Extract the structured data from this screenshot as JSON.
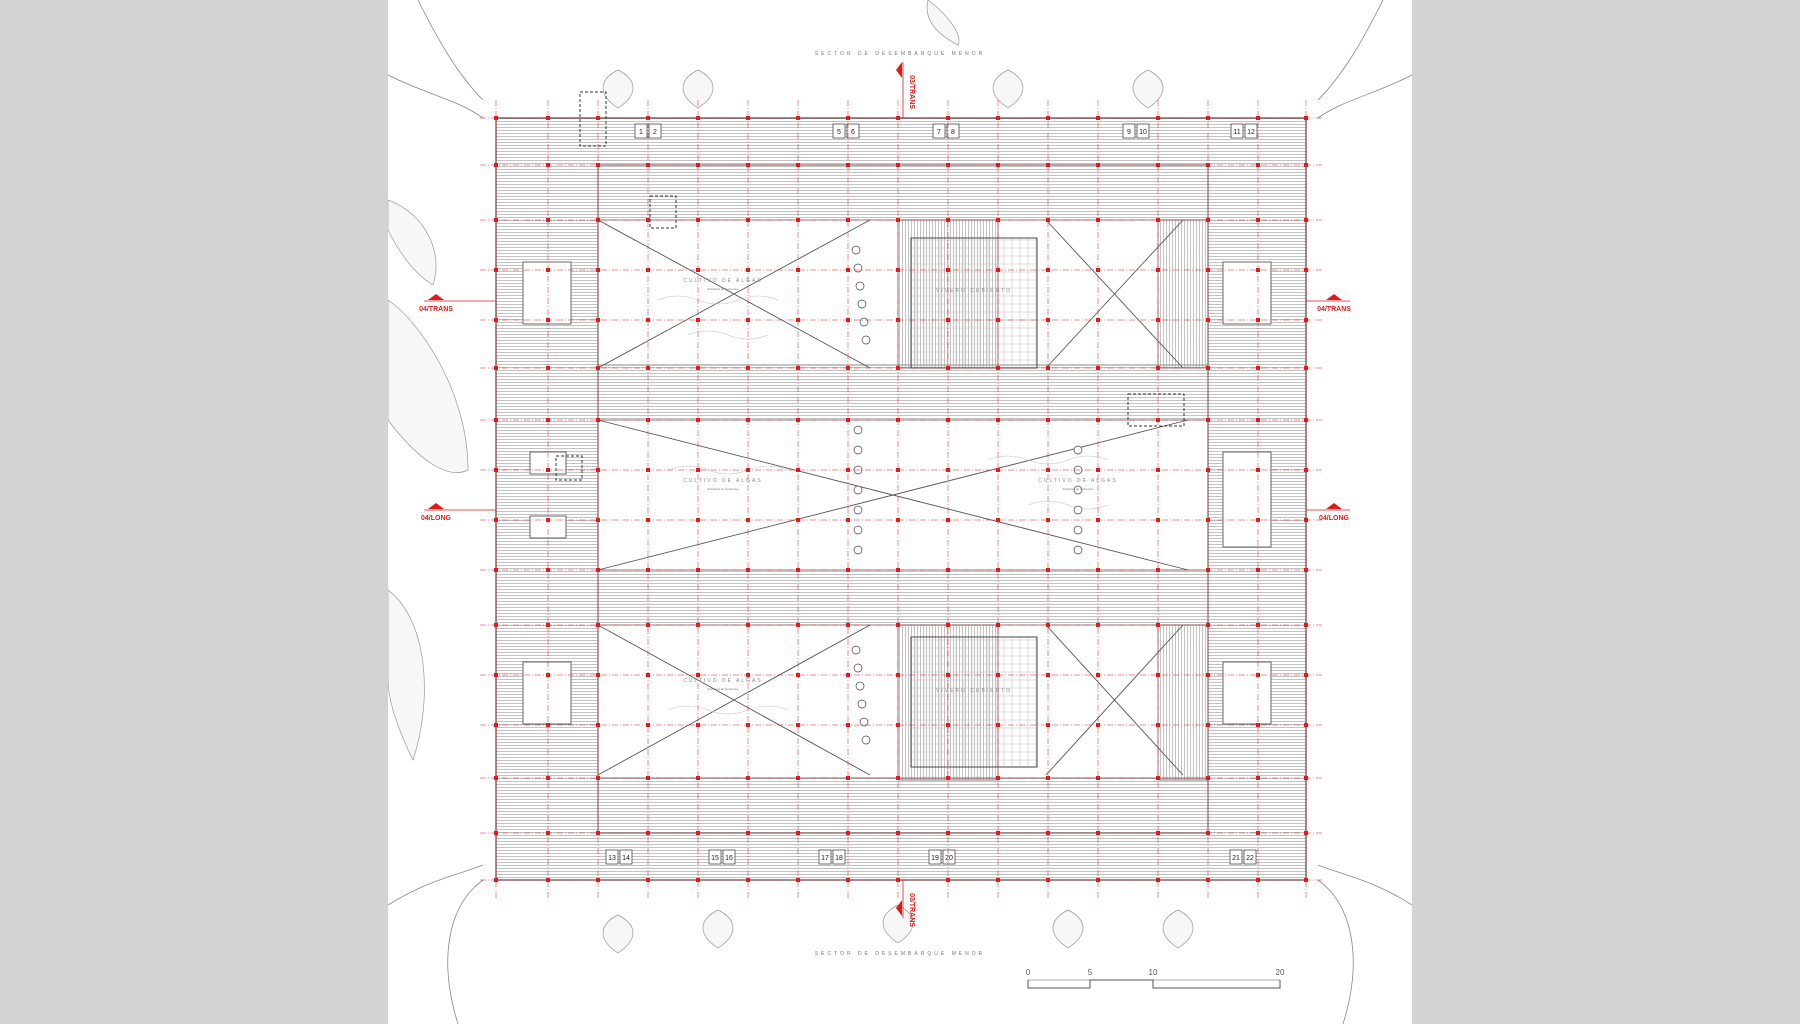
{
  "sheet": {
    "sector_top": "SECTOR DE DESEMBARQUE MENOR",
    "sector_bottom": "SECTOR DE DESEMBARQUE MENOR",
    "colors": {
      "background": "#d3d3d3",
      "sheet": "#ffffff",
      "accent": "#e01b1b",
      "line": "#555555",
      "hatch": "#9a9a9a"
    }
  },
  "sections": {
    "trans_left": "04/TRANS",
    "trans_right": "04/TRANS",
    "long_left": "04/LONG",
    "long_right": "04/LONG",
    "trans_top": "03/TRANS",
    "trans_bottom": "03/TRANS"
  },
  "labels": {
    "cultivo_ul": "CULTIVO DE ALGAS",
    "cultivo_ul_sub": "Sub/Area de Nutrientes",
    "cultivo_ml": "CULTIVO DE ALGAS",
    "cultivo_ml_sub": "Sub/Area de Nutrientes",
    "cultivo_mr": "CULTIVO DE ALGAS",
    "cultivo_mr_sub": "Sub/Area de Nutrientes",
    "cultivo_ll": "CULTIVO DE ALGAS",
    "cultivo_ll_sub": "Sub/Area de Nutrientes",
    "vivero_top": "VIVERO CUBIERTO",
    "vivero_bottom": "VIVERO CUBIERTO"
  },
  "stalls": {
    "top": [
      "1",
      "2",
      "5",
      "6",
      "7",
      "8",
      "9",
      "10",
      "11",
      "12"
    ],
    "bottom": [
      "13",
      "14",
      "15",
      "16",
      "17",
      "18",
      "19",
      "20",
      "21",
      "22"
    ]
  },
  "scale": {
    "ticks": [
      "0",
      "5",
      "10",
      "20"
    ]
  }
}
